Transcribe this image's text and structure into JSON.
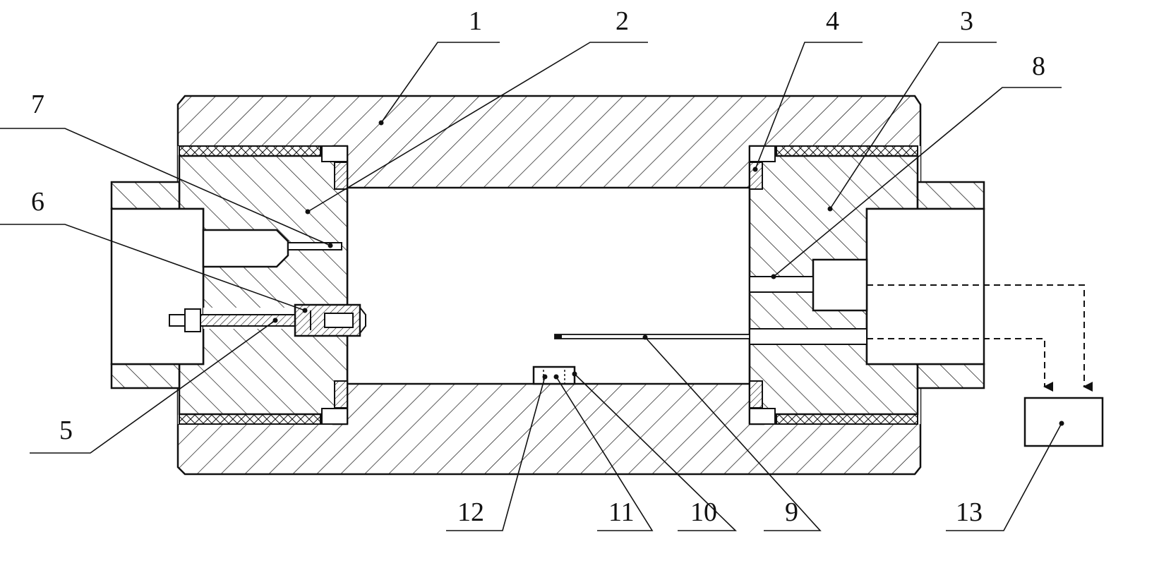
{
  "diagram": {
    "colors": {
      "line": "#111111",
      "hatch": "#111111",
      "background": "#ffffff",
      "cavity": "#ffffff"
    },
    "labels": {
      "l1": "1",
      "l2": "2",
      "l3": "3",
      "l4": "4",
      "l5": "5",
      "l6": "6",
      "l7": "7",
      "l8": "8",
      "l9": "9",
      "l10": "10",
      "l11": "11",
      "l12": "12",
      "l13": "13"
    }
  }
}
